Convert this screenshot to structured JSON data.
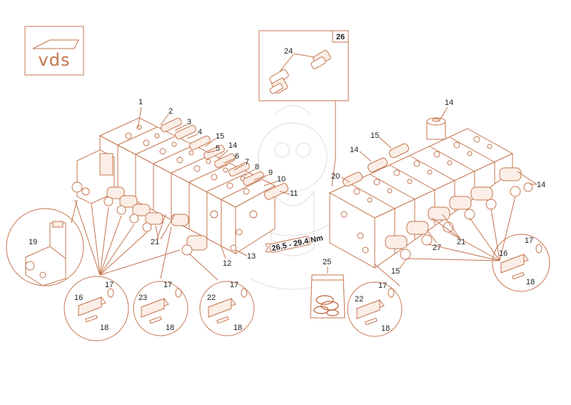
{
  "logo": {
    "text": "vds"
  },
  "inset_box": {
    "number": "26"
  },
  "torque_label": "26.5 - 29.4 Nm",
  "colors": {
    "line": "#c4744e",
    "text": "#222222",
    "background": "#ffffff"
  },
  "callouts": {
    "c1": "1",
    "c2": "2",
    "c3": "3",
    "c4": "4",
    "c5": "5",
    "c6": "6",
    "c7": "7",
    "c8": "8",
    "c9": "9",
    "c10": "10",
    "c11": "11",
    "c12": "12",
    "c13": "13",
    "c14a": "14",
    "c15a": "15",
    "c14b": "14",
    "c14c": "14",
    "c14d": "14",
    "c15b": "15",
    "c15c": "15",
    "c20": "20",
    "c21a": "21",
    "c21b": "21",
    "c24": "24",
    "c25": "25",
    "c27": "27",
    "c19": "19",
    "k1_16": "16",
    "k1_17": "17",
    "k1_18": "18",
    "k2_23": "23",
    "k2_17": "17",
    "k2_18": "18",
    "k3_22": "22",
    "k3_17": "17",
    "k3_18": "18",
    "k4_22": "22",
    "k4_17": "17",
    "k4_18": "18",
    "k5_16": "16",
    "k5_17": "17",
    "k5_18": "18"
  }
}
